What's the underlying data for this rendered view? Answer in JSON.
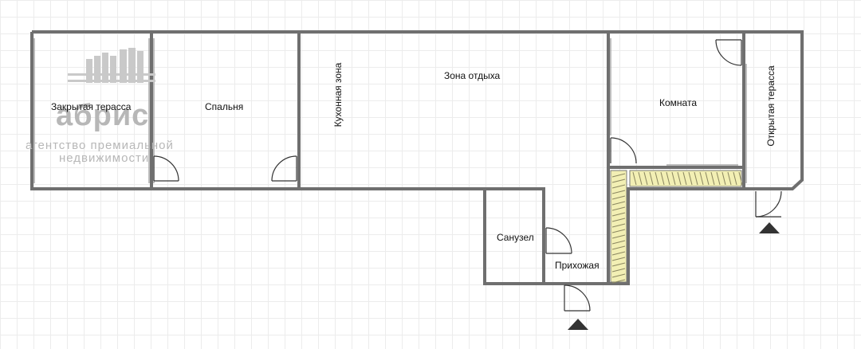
{
  "watermark": {
    "logo_text": "абрис",
    "line1": "агентство премиальной",
    "line2": "недвижимости"
  },
  "rooms": {
    "closed_terrace": "Закрытая терасса",
    "bedroom": "Спальня",
    "kitchen": "Кухонная зона",
    "living": "Зона отдыха",
    "room": "Комната",
    "open_terrace": "Открытая терасса",
    "bathroom": "Санузел",
    "hallway": "Прихожая"
  },
  "entrances": [
    "main-entrance",
    "terrace-entrance"
  ],
  "colors": {
    "wall": "#6f6f6f",
    "window": "#9a9a9a",
    "door": "#333333",
    "wardrobe_fill": "#f2efb4",
    "entrance_marker": "#333333",
    "watermark": "#b7b7b7"
  }
}
